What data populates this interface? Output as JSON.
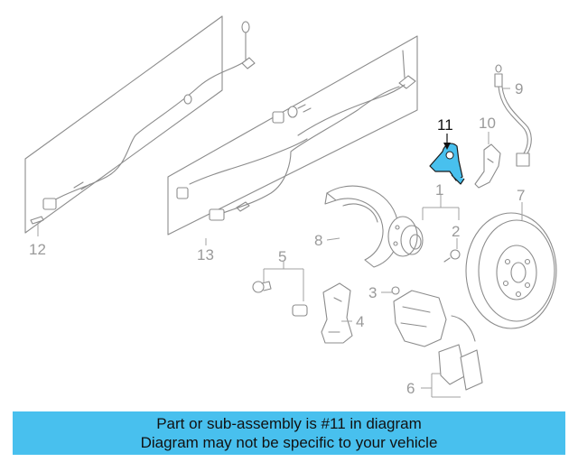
{
  "diagram": {
    "callouts": [
      {
        "id": "11",
        "label": "11",
        "highlighted": true
      },
      {
        "id": "10",
        "label": "10",
        "highlighted": false
      },
      {
        "id": "9",
        "label": "9",
        "highlighted": false
      },
      {
        "id": "7",
        "label": "7",
        "highlighted": false
      },
      {
        "id": "1",
        "label": "1",
        "highlighted": false
      },
      {
        "id": "2",
        "label": "2",
        "highlighted": false
      },
      {
        "id": "8",
        "label": "8",
        "highlighted": false
      },
      {
        "id": "5",
        "label": "5",
        "highlighted": false
      },
      {
        "id": "3",
        "label": "3",
        "highlighted": false
      },
      {
        "id": "4",
        "label": "4",
        "highlighted": false
      },
      {
        "id": "6",
        "label": "6",
        "highlighted": false
      },
      {
        "id": "12",
        "label": "12",
        "highlighted": false
      },
      {
        "id": "13",
        "label": "13",
        "highlighted": false
      }
    ],
    "highlight_color": "#48c0ee"
  },
  "banner": {
    "line1": "Part or sub-assembly is #11 in diagram",
    "line2": "Diagram may not be specific to your vehicle",
    "background": "#48c0ee"
  }
}
